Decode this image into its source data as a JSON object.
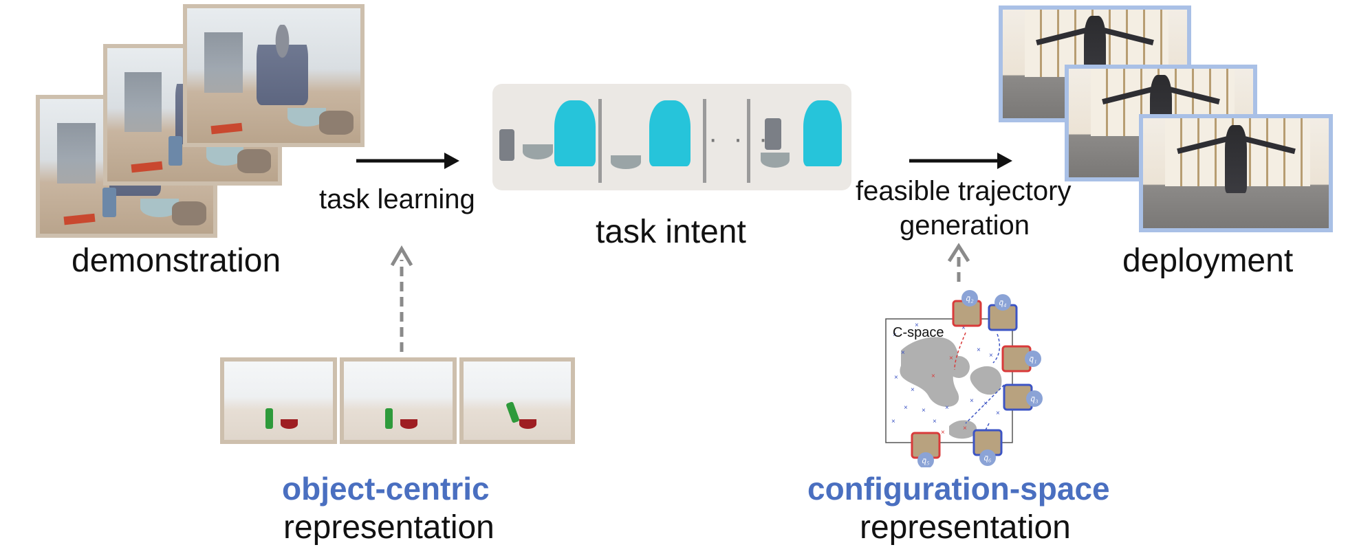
{
  "labels": {
    "demonstration": "demonstration",
    "task_learning": "task learning",
    "task_intent": "task intent",
    "feasible_line1": "feasible trajectory",
    "feasible_line2": "generation",
    "deployment": "deployment",
    "object_centric": "object-centric",
    "representation_left": "representation",
    "configuration_space": "configuration-space",
    "representation_right": "representation",
    "c_space": "C-space",
    "intent_ellipsis": "· · ·"
  },
  "cspace_nodes": [
    {
      "label": "q̄₂",
      "frame": "red"
    },
    {
      "label": "q̄₄",
      "frame": "blue"
    },
    {
      "label": "q̄₁",
      "frame": "red"
    },
    {
      "label": "q̄₃",
      "frame": "blue"
    },
    {
      "label": "q̄₅",
      "frame": "red"
    },
    {
      "label": "q̄₆",
      "frame": "blue"
    }
  ],
  "colors": {
    "accent_blue": "#4a6fc0",
    "photo_frame": "#cdbfad",
    "robot_frame": "#a9c0e6",
    "red_node": "#d93a3a",
    "blue_node": "#3c54c4",
    "mesh_cyan": "#26c4da"
  }
}
